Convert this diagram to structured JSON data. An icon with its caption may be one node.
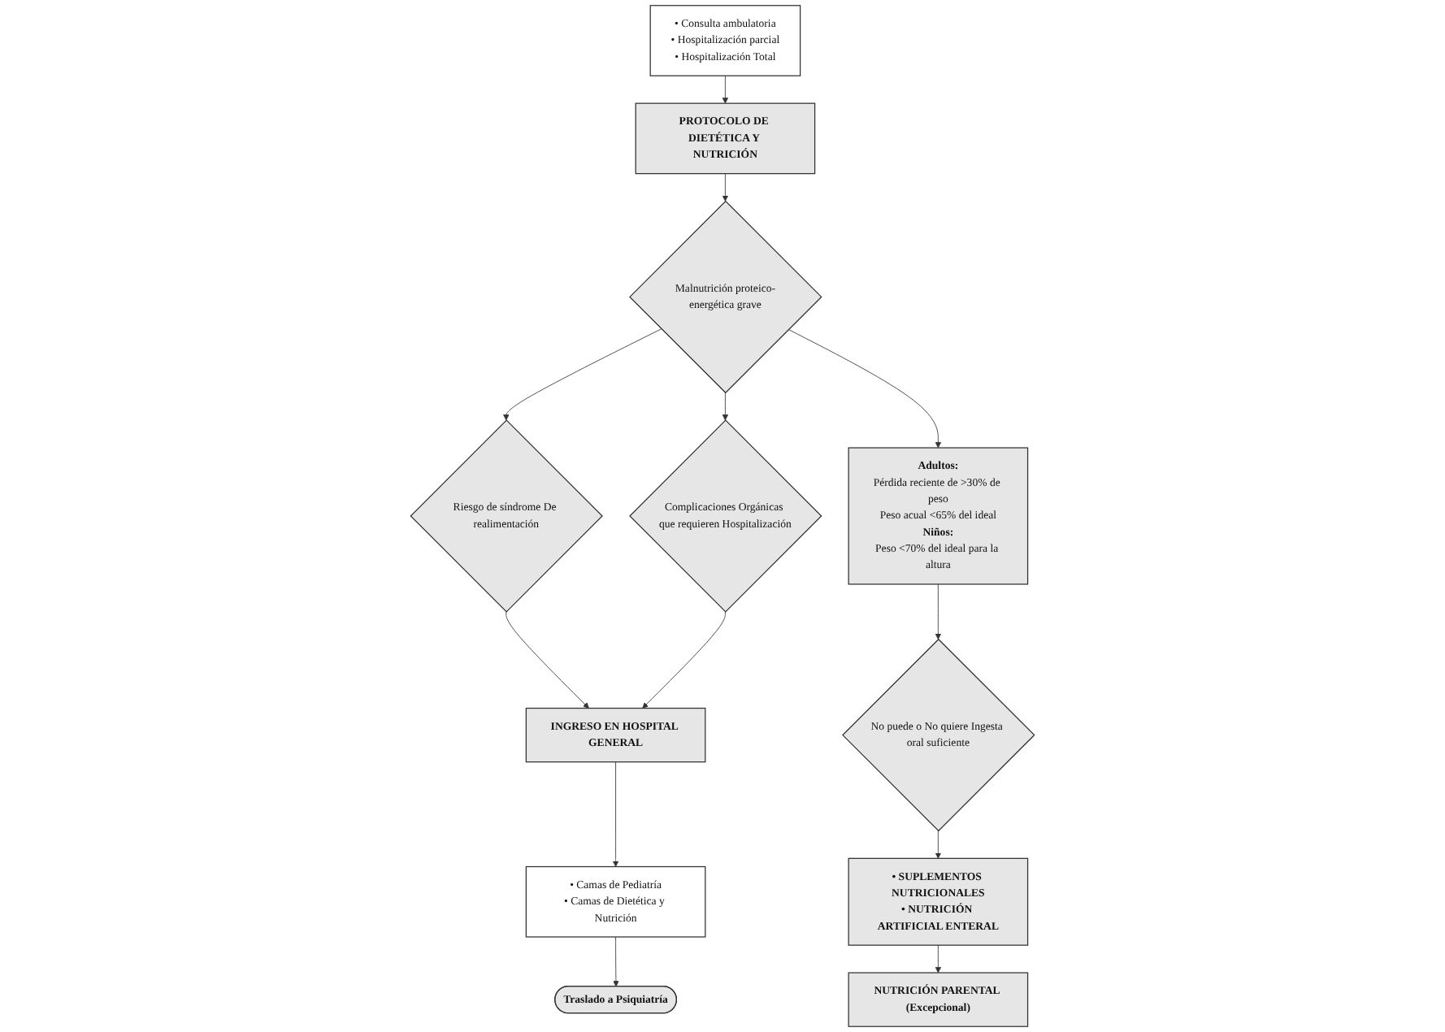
{
  "diagram": {
    "nodes": [
      {
        "text": [
          "Malnutrición proteico-energética grave"
        ]
      },
      {
        "text": [
          "Riesgo de síndrome De realimentación"
        ]
      },
      {
        "text": [
          "Complicaciones Orgánicas que requieren Hospitalización"
        ]
      },
      {
        "text": [
          "INGRESO EN HOSPITAL GENERAL"
        ]
      },
      {
        "text": [
          "• Camas de Pediatría",
          "• Camas de Dietética y Nutrición"
        ]
      },
      {
        "text": [
          "Traslado a Psiquiatría"
        ]
      },
      {
        "text": [
          "Adultos:",
          "Pérdida reciente de >30% de peso",
          "Peso acual <65% del ideal",
          "Niños:",
          "Peso <70% del ideal para la altura"
        ]
      },
      {
        "text": [
          "No puede o No quiere Ingesta oral suficiente"
        ]
      },
      {
        "text": [
          "• SUPLEMENTOS NUTRICIONALES",
          "• NUTRICIÓN ARTIFICIAL ENTERAL"
        ]
      },
      {
        "text": [
          "NUTRICIÓN PARENTAL (Excepcional)"
        ]
      },
      {
        "text": [
          "PROTOCOLO DE DIETÉTICA Y NUTRICIÓN"
        ]
      },
      {
        "text": [
          "• Consulta ambulatoria",
          "• Hospitalización parcial",
          "• Hospitalización Total"
        ]
      }
    ],
    "edges": [
      {
        "from": 0,
        "to": 1,
        "arrow": "to"
      },
      {
        "from": 0,
        "to": 2,
        "arrow": "to"
      },
      {
        "from": 1,
        "to": 3,
        "arrow": "to"
      },
      {
        "from": 2,
        "to": 3,
        "arrow": "to"
      },
      {
        "from": 3,
        "to": 4,
        "arrow": "to"
      },
      {
        "from": 4,
        "to": 5,
        "arrow": "to"
      },
      {
        "from": 0,
        "to": 6,
        "arrow": "to"
      },
      {
        "from": 6,
        "to": 7,
        "arrow": "to"
      },
      {
        "from": 7,
        "to": 8,
        "arrow": "to"
      },
      {
        "from": 8,
        "to": 9,
        "arrow": "to"
      },
      {
        "from": 11,
        "to": 10,
        "arrow": "to"
      },
      {
        "from": 10,
        "to": 0,
        "arrow": "to"
      }
    ]
  }
}
